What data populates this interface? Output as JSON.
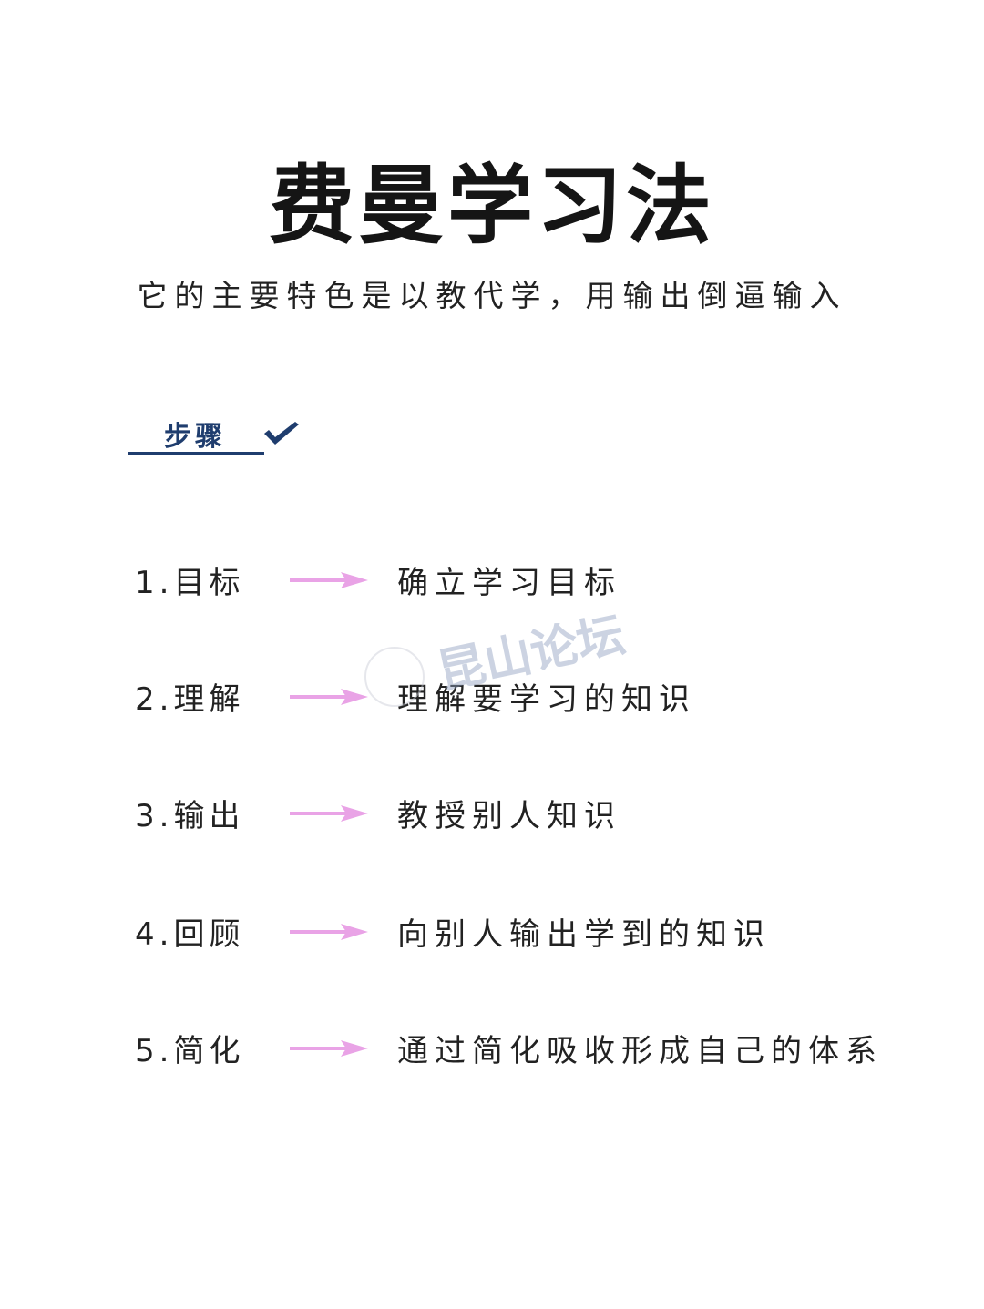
{
  "title": "费曼学习法",
  "subtitle": "它的主要特色是以教代学，用输出倒逼输入",
  "steps_heading": "步骤",
  "steps": [
    {
      "label": "1.目标",
      "description": "确立学习目标"
    },
    {
      "label": "2.理解",
      "description": "理解要学习的知识"
    },
    {
      "label": "3.输出",
      "description": "教授别人知识"
    },
    {
      "label": "4.回顾",
      "description": "向别人输出学到的知识"
    },
    {
      "label": "5.简化",
      "description": "通过简化吸收形成自己的体系"
    }
  ],
  "watermark": "昆山论坛",
  "colors": {
    "accent": "#1f3d6e",
    "arrow": "#e9a3e6",
    "text": "#222222"
  }
}
